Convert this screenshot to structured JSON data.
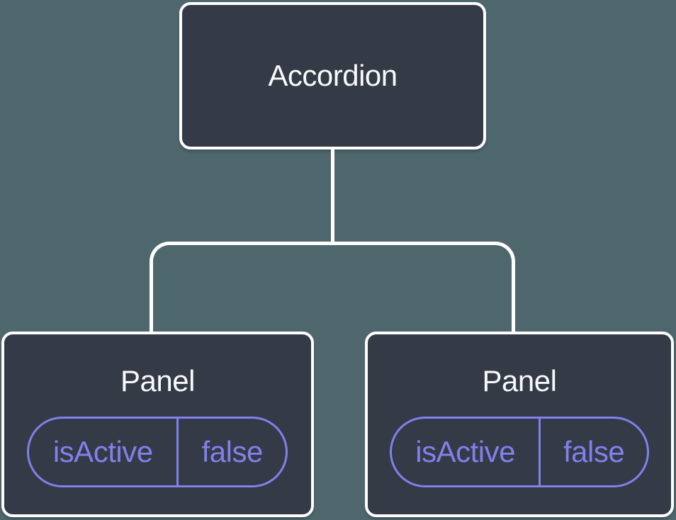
{
  "diagram": {
    "description": "Component tree diagram: Accordion parent with two Panel children holding isActive state",
    "root": {
      "label": "Accordion"
    },
    "panels": [
      {
        "label": "Panel",
        "prop_name": "isActive",
        "prop_value": "false"
      },
      {
        "label": "Panel",
        "prop_name": "isActive",
        "prop_value": "false"
      }
    ],
    "colors": {
      "background": "#4E676D",
      "node_fill": "#343A46",
      "node_border": "#FFFFFF",
      "connector": "#FFFFFF",
      "accent_purple": "#8280EC",
      "label_text": "#F7F9FB"
    }
  }
}
